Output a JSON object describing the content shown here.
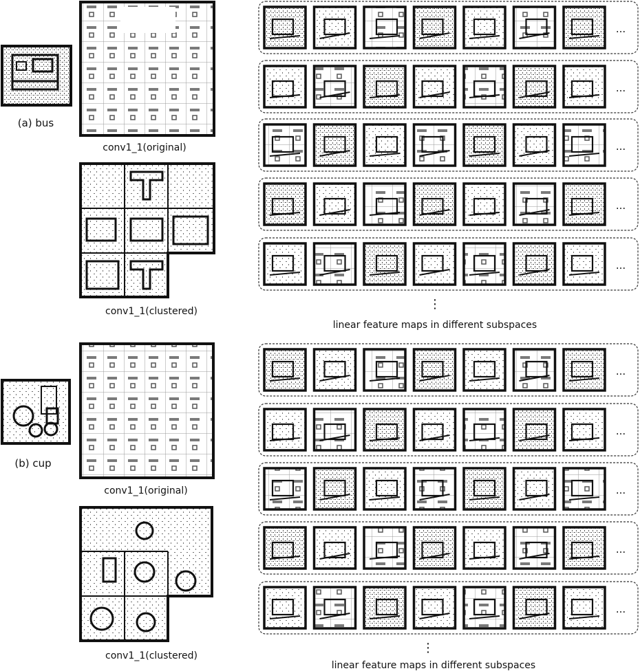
{
  "panels": [
    {
      "caption": "(a) bus",
      "original_label": "conv1_1(original)",
      "clustered_label": "conv1_1(clustered)",
      "subspace_label": "linear feature maps in different subspaces",
      "rows_of_feature_maps": 5,
      "maps_per_row": 7
    },
    {
      "caption": "(b) cup",
      "original_label": "conv1_1(original)",
      "clustered_label": "conv1_1(clustered)",
      "subspace_label": "linear feature maps in different subspaces",
      "rows_of_feature_maps": 5,
      "maps_per_row": 7
    }
  ],
  "row_continuation": "...",
  "column_continuation": "⋮",
  "colors": {
    "ink": "#111111",
    "paper": "#ffffff",
    "texture": "#6e6e6e"
  }
}
